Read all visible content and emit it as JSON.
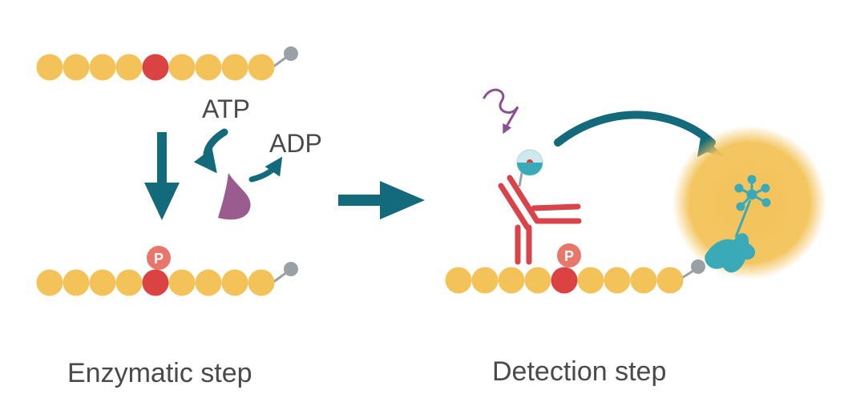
{
  "labels": {
    "atp": "ATP",
    "adp": "ADP",
    "phospho": "P",
    "enzymatic_step": "Enzymatic step",
    "detection_step": "Detection step"
  },
  "colors": {
    "bead": "#f3c35a",
    "highlight_residue": "#db4242",
    "phosphate": "#e8766a",
    "linker": "#9aa1a6",
    "arrow": "#136a7a",
    "enzyme": "#9a5c8f",
    "antibody": "#d9434a",
    "glow": "#f3c35a",
    "acceptor": "#3aaab8",
    "photon": "#8c4f94",
    "text": "#4a4a4a"
  },
  "peptides": {
    "substrate": {
      "bead_count": 9,
      "highlight_index": 4,
      "phosphorylated": false
    },
    "product": {
      "bead_count": 9,
      "highlight_index": 4,
      "phosphorylated": true
    },
    "detected": {
      "bead_count": 9,
      "highlight_index": 4,
      "phosphorylated": true
    }
  }
}
